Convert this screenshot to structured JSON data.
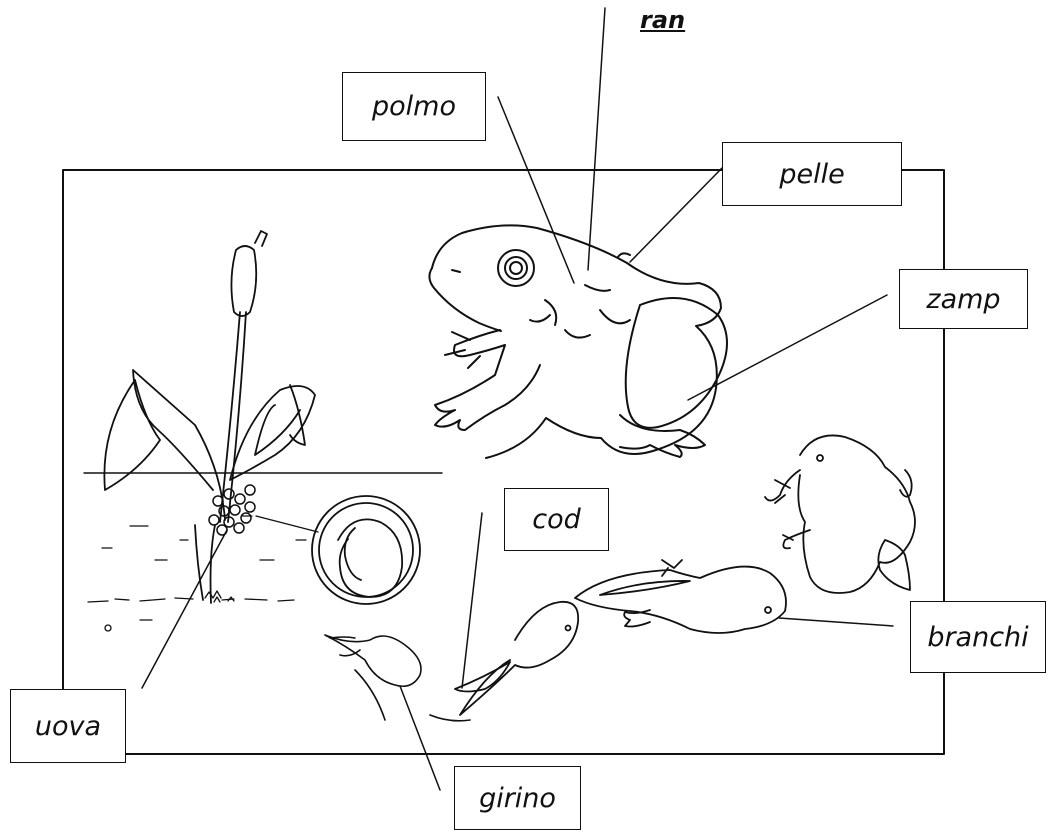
{
  "title": "ran",
  "labels": {
    "polmo": "polmo",
    "pelle": "pelle",
    "zamp": "zamp",
    "cod": "cod",
    "branchi": "branchi",
    "uova": "uova",
    "girino": "girino"
  }
}
